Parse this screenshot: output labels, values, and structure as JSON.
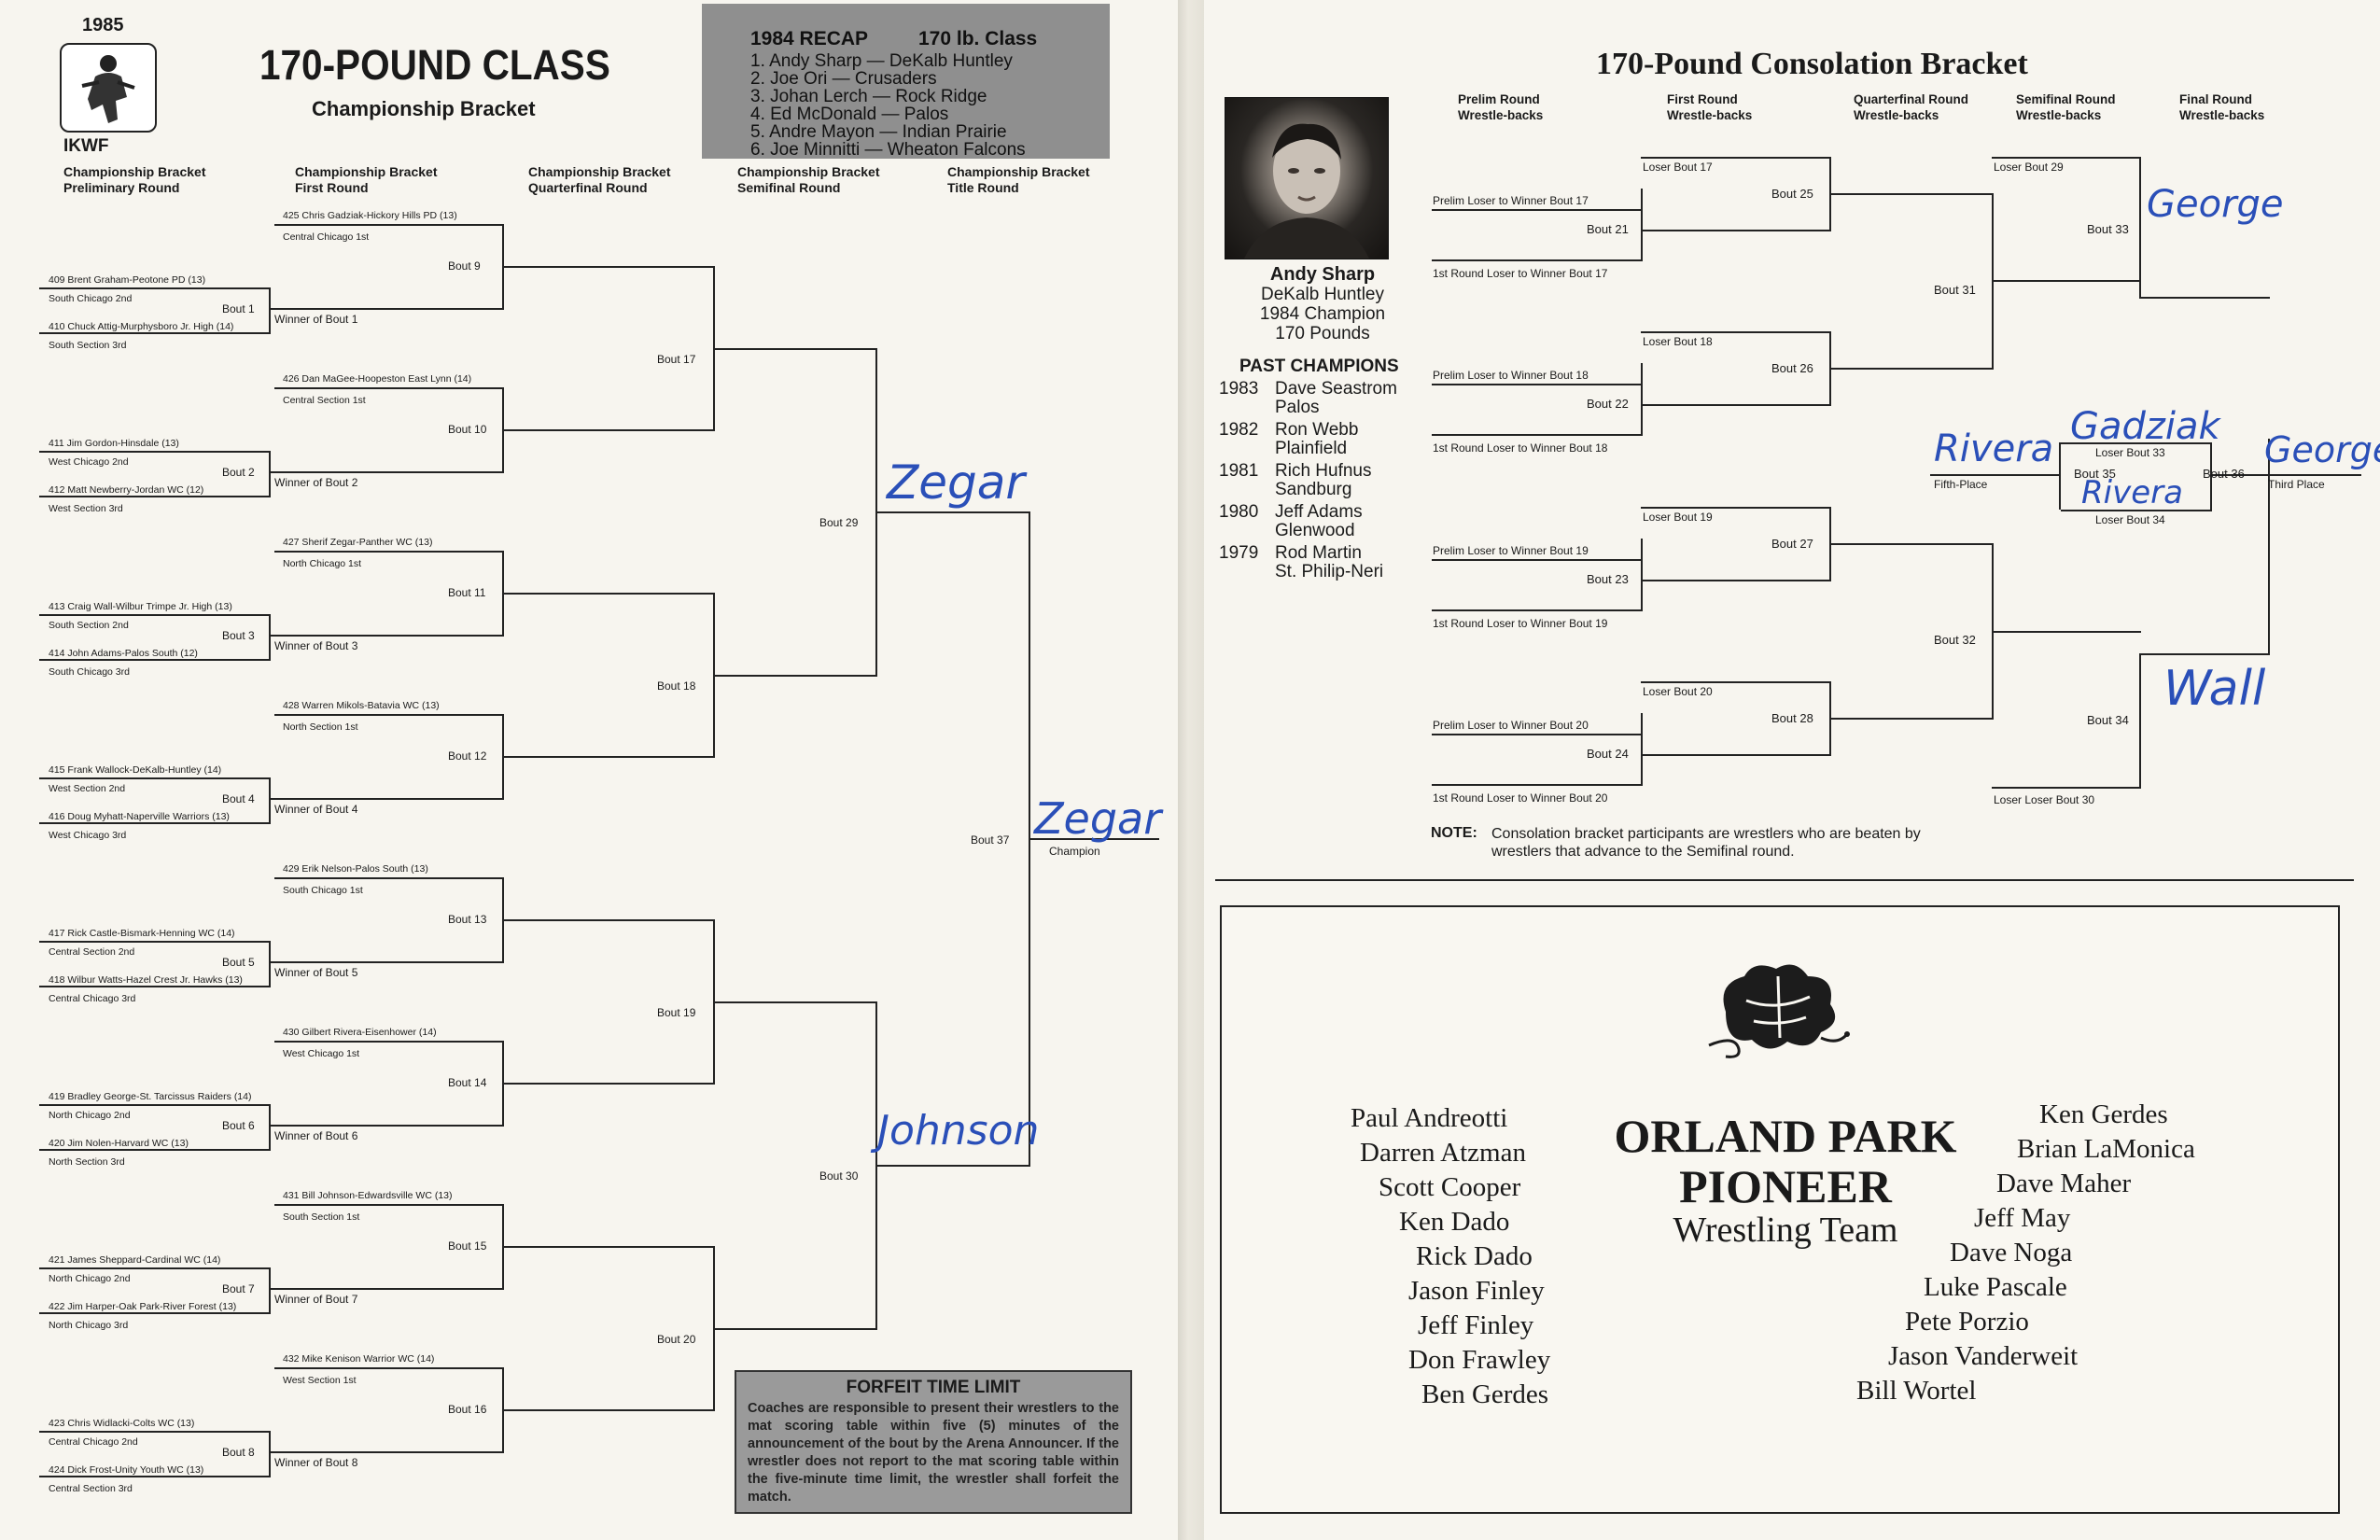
{
  "left": {
    "year": "1985",
    "org": "IKWF",
    "title": "170-POUND CLASS",
    "subtitle": "Championship Bracket",
    "round_headers": [
      [
        "Championship Bracket",
        "Preliminary Round"
      ],
      [
        "Championship Bracket",
        "First Round"
      ],
      [
        "Championship Bracket",
        "Quarterfinal Round"
      ],
      [
        "Championship Bracket",
        "Semifinal Round"
      ],
      [
        "Championship Bracket",
        "Title Round"
      ]
    ],
    "recap": {
      "title": "1984 RECAP",
      "class": "170 lb. Class",
      "items": [
        "1. Andy Sharp — DeKalb Huntley",
        "2. Joe Ori — Crusaders",
        "3. Johan Lerch — Rock Ridge",
        "4. Ed McDonald — Palos",
        "5. Andre Mayon — Indian Prairie",
        "6. Joe Minnitti — Wheaton Falcons"
      ]
    },
    "blocks": [
      {
        "seed": "425 Chris Gadziak-Hickory Hills PD (13)",
        "seed_sub": "Central Chicago 1st",
        "bout_r1": "Bout  9",
        "p1": "409 Brent Graham-Peotone PD (13)",
        "p1_sub": "South Chicago 2nd",
        "p2": "410 Chuck Attig-Murphysboro Jr. High (14)",
        "p2_sub": "South Section 3rd",
        "bout_pre": "Bout 1",
        "winner": "Winner of Bout 1"
      },
      {
        "seed": "426 Dan MaGee-Hoopeston East Lynn (14)",
        "seed_sub": "Central Section 1st",
        "bout_r1": "Bout 10",
        "p1": "411 Jim Gordon-Hinsdale (13)",
        "p1_sub": "West Chicago 2nd",
        "p2": "412 Matt Newberry-Jordan WC (12)",
        "p2_sub": "West Section 3rd",
        "bout_pre": "Bout 2",
        "winner": "Winner of Bout 2"
      },
      {
        "seed": "427 Sherif Zegar-Panther WC (13)",
        "seed_sub": "North Chicago 1st",
        "bout_r1": "Bout 11",
        "p1": "413 Craig Wall-Wilbur Trimpe Jr. High (13)",
        "p1_sub": "South Section 2nd",
        "p2": "414 John Adams-Palos South (12)",
        "p2_sub": "South Chicago 3rd",
        "bout_pre": "Bout 3",
        "winner": "Winner of Bout 3"
      },
      {
        "seed": "428 Warren Mikols-Batavia WC (13)",
        "seed_sub": "North Section 1st",
        "bout_r1": "Bout 12",
        "p1": "415 Frank Wallock-DeKalb-Huntley (14)",
        "p1_sub": "West Section 2nd",
        "p2": "416 Doug Myhatt-Naperville Warriors (13)",
        "p2_sub": "West Chicago 3rd",
        "bout_pre": "Bout 4",
        "winner": "Winner of Bout 4"
      },
      {
        "seed": "429 Erik Nelson-Palos South (13)",
        "seed_sub": "South Chicago 1st",
        "bout_r1": "Bout 13",
        "p1": "417 Rick Castle-Bismark-Henning WC (14)",
        "p1_sub": "Central Section 2nd",
        "p2": "418 Wilbur Watts-Hazel Crest Jr. Hawks (13)",
        "p2_sub": "Central Chicago 3rd",
        "bout_pre": "Bout 5",
        "winner": "Winner of Bout 5"
      },
      {
        "seed": "430 Gilbert Rivera-Eisenhower (14)",
        "seed_sub": "West Chicago 1st",
        "bout_r1": "Bout 14",
        "p1": "419 Bradley George-St. Tarcissus Raiders (14)",
        "p1_sub": "North Chicago 2nd",
        "p2": "420 Jim Nolen-Harvard WC (13)",
        "p2_sub": "North Section 3rd",
        "bout_pre": "Bout 6",
        "winner": "Winner of Bout 6"
      },
      {
        "seed": "431 Bill Johnson-Edwardsville WC (13)",
        "seed_sub": "South Section 1st",
        "bout_r1": "Bout 15",
        "p1": "421 James Sheppard-Cardinal WC (14)",
        "p1_sub": "North Chicago 2nd",
        "p2": "422 Jim Harper-Oak Park-River Forest (13)",
        "p2_sub": "North Chicago 3rd",
        "bout_pre": "Bout 7",
        "winner": "Winner of Bout 7"
      },
      {
        "seed": "432 Mike Kenison Warrior WC (14)",
        "seed_sub": "West Section 1st",
        "bout_r1": "Bout 16",
        "p1": "423 Chris Widlacki-Colts WC (13)",
        "p1_sub": "Central Chicago 2nd",
        "p2": "424 Dick Frost-Unity Youth WC (13)",
        "p2_sub": "Central Section 3rd",
        "bout_pre": "Bout 8",
        "winner": "Winner of Bout 8"
      }
    ],
    "quarter_bouts": [
      "Bout 17",
      "Bout 18",
      "Bout 19",
      "Bout 20"
    ],
    "semi_bouts": [
      "Bout 29",
      "Bout 30"
    ],
    "title_bout": "Bout 37",
    "champion_label": "Champion",
    "handwriting": {
      "semi1": "Zegar",
      "semi2": "Johnson",
      "champion": "Zegar"
    },
    "forfeit": {
      "title": "FORFEIT TIME LIMIT",
      "body": "Coaches are responsible to present their wrestlers to the mat scoring table within five (5) minutes of the announcement of the bout by the Arena Announcer. If the wrestler does not report to the mat scoring table within the five-minute time limit, the wrestler shall forfeit the match."
    }
  },
  "right": {
    "title": "170-Pound Consolation Bracket",
    "round_headers": [
      [
        "Prelim Round",
        "Wrestle-backs"
      ],
      [
        "First Round",
        "Wrestle-backs"
      ],
      [
        "Quarterfinal Round",
        "Wrestle-backs"
      ],
      [
        "Semifinal Round",
        "Wrestle-backs"
      ],
      [
        "Final Round",
        "Wrestle-backs"
      ]
    ],
    "champion": {
      "name": "Andy Sharp",
      "club": "DeKalb Huntley",
      "year": "1984 Champion",
      "weight": "170 Pounds"
    },
    "past_title": "PAST CHAMPIONS",
    "past": [
      {
        "year": "1983",
        "name": "Dave Seastrom",
        "club": "Palos"
      },
      {
        "year": "1982",
        "name": "Ron Webb",
        "club": "Plainfield"
      },
      {
        "year": "1981",
        "name": "Rich Hufnus",
        "club": "Sandburg"
      },
      {
        "year": "1980",
        "name": "Jeff Adams",
        "club": "Glenwood"
      },
      {
        "year": "1979",
        "name": "Rod Martin",
        "club": "St. Philip-Neri"
      }
    ],
    "groups": [
      {
        "loser_top": "Loser Bout 17",
        "prelim": "Prelim Loser to Winner Bout 17",
        "bout_a": "Bout 21",
        "first": "1st Round Loser to Winner Bout 17",
        "bout_b": "Bout 25"
      },
      {
        "loser_top": "Loser Bout 18",
        "prelim": "Prelim Loser to Winner Bout 18",
        "bout_a": "Bout 22",
        "first": "1st Round Loser to Winner Bout 18",
        "bout_b": "Bout 26"
      },
      {
        "loser_top": "Loser Bout 19",
        "prelim": "Prelim Loser to Winner Bout 19",
        "bout_a": "Bout 23",
        "first": "1st Round Loser to Winner Bout 19",
        "bout_b": "Bout 27"
      },
      {
        "loser_top": "Loser Bout 20",
        "prelim": "Prelim Loser to Winner Bout 20",
        "bout_a": "Bout 24",
        "first": "1st Round Loser to Winner Bout 20",
        "bout_b": "Bout 28"
      }
    ],
    "bout31": "Bout 31",
    "bout32": "Bout 32",
    "loser29": "Loser Bout 29",
    "bout33": "Bout 33",
    "loser30": "Loser Loser Bout 30",
    "bout34": "Bout 34",
    "loser33": "Loser Bout 33",
    "bout35": "Bout 35",
    "loser34": "Loser Bout 34",
    "fifth": "Fifth-Place",
    "bout36": "Bout 36",
    "third": "Third Place",
    "handwriting": {
      "b33": "George",
      "b34": "Wall",
      "fifth": "Rivera",
      "l33": "Gadziak",
      "l34": "Rivera",
      "third": "George"
    },
    "note_label": "NOTE:",
    "note": "Consolation bracket participants are wrestlers who are beaten by wrestlers that advance to the Semifinal round.",
    "ad": {
      "title1": "ORLAND PARK",
      "title2": "PIONEER",
      "title3": "Wrestling Team",
      "left_names": [
        "Paul Andreotti",
        "Darren Atzman",
        "Scott Cooper",
        "Ken Dado",
        "Rick Dado",
        "Jason Finley",
        "Jeff Finley",
        "Don Frawley",
        "Ben Gerdes"
      ],
      "right_names": [
        "Ken Gerdes",
        "Brian LaMonica",
        "Dave Maher",
        "Jeff May",
        "Dave Noga",
        "Luke Pascale",
        "Pete Porzio",
        "Jason Vanderweit",
        "Bill Wortel"
      ]
    }
  }
}
